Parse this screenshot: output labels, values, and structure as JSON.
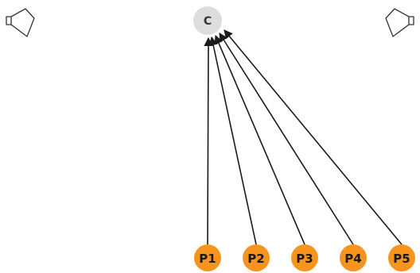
{
  "colors": {
    "background": "#ffffff",
    "center_fill": "#dddddd",
    "center_text": "#333333",
    "peer_fill": "#f7941d",
    "peer_text": "#1a1a1a",
    "edge": "#1a1a1a",
    "speaker_stroke": "#333333"
  },
  "center": {
    "label": "C"
  },
  "peers": [
    {
      "label": "P1"
    },
    {
      "label": "P2"
    },
    {
      "label": "P3"
    },
    {
      "label": "P4"
    },
    {
      "label": "P5"
    }
  ],
  "edges": [
    {
      "from": "P1",
      "to": "C"
    },
    {
      "from": "P2",
      "to": "C"
    },
    {
      "from": "P3",
      "to": "C"
    },
    {
      "from": "P4",
      "to": "C"
    },
    {
      "from": "P5",
      "to": "C"
    }
  ],
  "icons": {
    "left": "speaker-icon",
    "right": "speaker-icon"
  }
}
